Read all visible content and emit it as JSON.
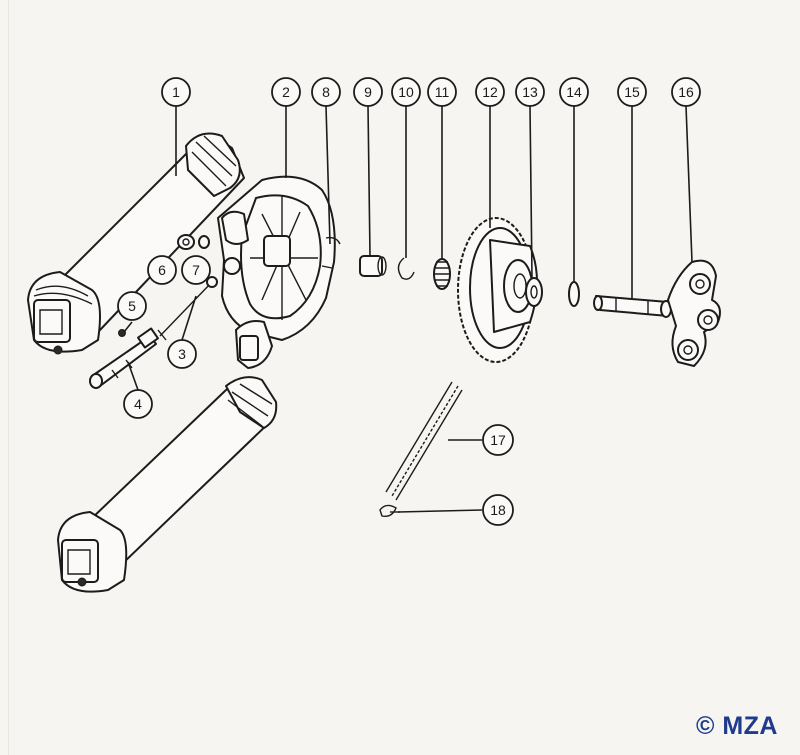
{
  "callouts": [
    {
      "label": "1"
    },
    {
      "label": "2"
    },
    {
      "label": "8"
    },
    {
      "label": "9"
    },
    {
      "label": "10"
    },
    {
      "label": "11"
    },
    {
      "label": "12"
    },
    {
      "label": "13"
    },
    {
      "label": "14"
    },
    {
      "label": "15"
    },
    {
      "label": "16"
    },
    {
      "label": "5"
    },
    {
      "label": "6"
    },
    {
      "label": "7"
    },
    {
      "label": "3"
    },
    {
      "label": "4"
    },
    {
      "label": "17"
    },
    {
      "label": "18"
    }
  ],
  "copyright": "© MZA"
}
